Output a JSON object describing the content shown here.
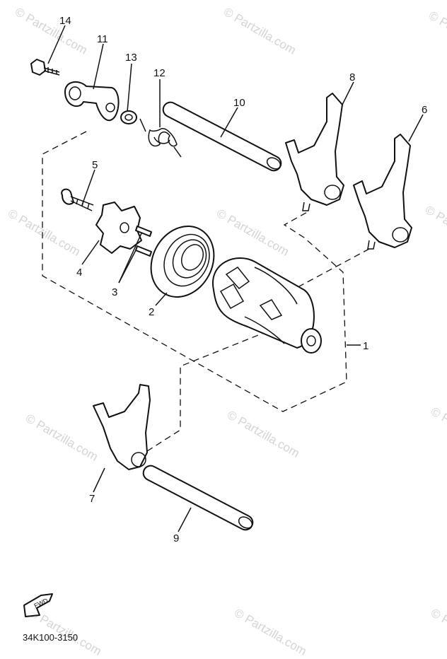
{
  "watermarks": [
    "© Partzilla.com",
    "© Partzilla.com",
    "© Partzilla.com",
    "© Partzilla.com",
    "© Partzilla.com",
    "© Partzilla.com",
    "© Partzilla.com",
    "© Partzilla.com",
    "© Partzilla.com",
    "© Partzilla.com",
    "© Partzilla.com",
    "© Partzilla.com"
  ],
  "callouts": [
    "14",
    "11",
    "13",
    "12",
    "10",
    "8",
    "6",
    "5",
    "4",
    "3",
    "2",
    "1",
    "7",
    "9"
  ],
  "fwd_label": "FWD",
  "diagram_code": "34K100-3150"
}
